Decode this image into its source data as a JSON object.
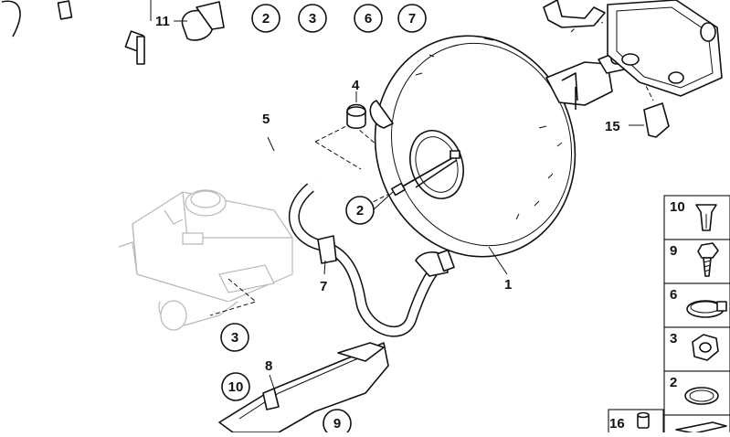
{
  "callouts_circled": [
    {
      "id": "c2-top",
      "label": "2"
    },
    {
      "id": "c3-top",
      "label": "3"
    },
    {
      "id": "c6-top",
      "label": "6"
    },
    {
      "id": "c7-top",
      "label": "7"
    },
    {
      "id": "c2-mid",
      "label": "2"
    },
    {
      "id": "c3-low",
      "label": "3"
    },
    {
      "id": "c10-low",
      "label": "10"
    },
    {
      "id": "c9-low",
      "label": "9"
    }
  ],
  "callouts_plain": [
    {
      "id": "p11",
      "label": "11"
    },
    {
      "id": "p4",
      "label": "4"
    },
    {
      "id": "p5",
      "label": "5"
    },
    {
      "id": "p15",
      "label": "15"
    },
    {
      "id": "p7",
      "label": "7"
    },
    {
      "id": "p1",
      "label": "1"
    },
    {
      "id": "p8",
      "label": "8"
    }
  ],
  "legend": [
    {
      "id": "l10",
      "label": "10",
      "icon": "expanding-nut-icon"
    },
    {
      "id": "l9",
      "label": "9",
      "icon": "screw-icon"
    },
    {
      "id": "l6",
      "label": "6",
      "icon": "hose-clamp-icon"
    },
    {
      "id": "l3",
      "label": "3",
      "icon": "hex-nut-icon"
    },
    {
      "id": "l2",
      "label": "2",
      "icon": "o-ring-icon"
    },
    {
      "id": "l16",
      "label": "16",
      "icon": "cap-icon"
    }
  ]
}
